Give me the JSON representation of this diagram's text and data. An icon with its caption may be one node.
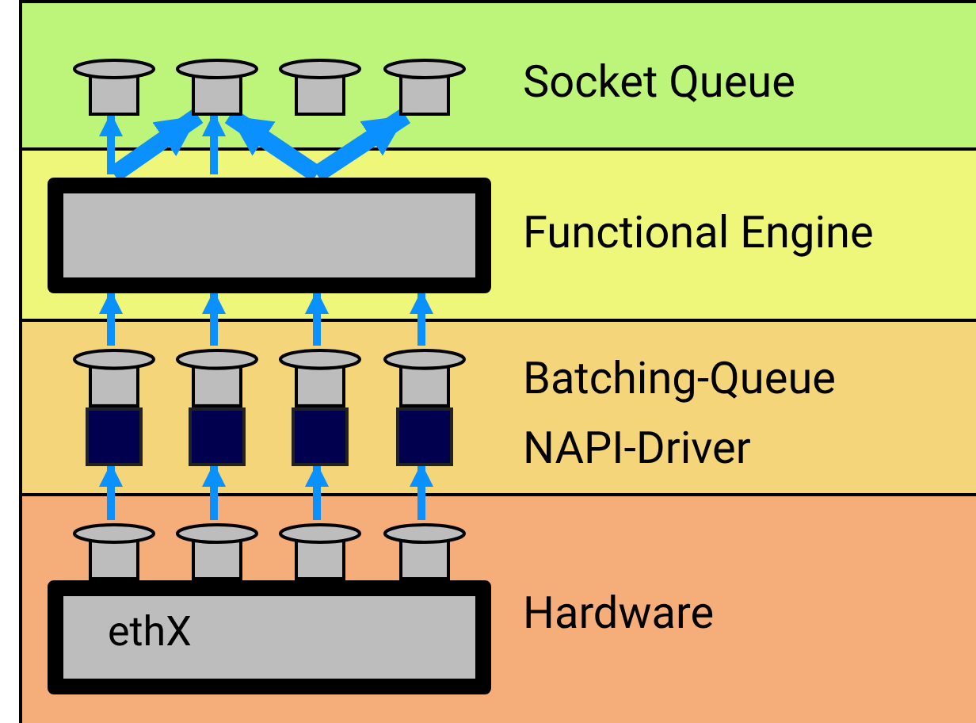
{
  "diagram": {
    "nodes": [
      {
        "text": [
          "Socket Queue"
        ]
      },
      {
        "text": [
          "Functional Engine"
        ]
      },
      {
        "text": [
          "Batching-Queue",
          "NAPI-Driver"
        ]
      },
      {
        "text": [
          "Hardware"
        ]
      },
      {
        "text": [],
        "shape": "queue",
        "in": 0
      },
      {
        "text": [],
        "shape": "queue",
        "in": 0
      },
      {
        "text": [],
        "shape": "queue",
        "in": 0
      },
      {
        "text": [],
        "shape": "queue",
        "in": 0
      },
      {
        "text": [],
        "shape": "box",
        "in": 1
      },
      {
        "text": [],
        "shape": "queue",
        "in": 2
      },
      {
        "text": [],
        "shape": "queue",
        "in": 2
      },
      {
        "text": [],
        "shape": "queue",
        "in": 2
      },
      {
        "text": [],
        "shape": "queue",
        "in": 2
      },
      {
        "text": [],
        "shape": "box",
        "in": 2
      },
      {
        "text": [],
        "shape": "box",
        "in": 2
      },
      {
        "text": [],
        "shape": "box",
        "in": 2
      },
      {
        "text": [],
        "shape": "box",
        "in": 2
      },
      {
        "text": [],
        "shape": "queue",
        "in": 3
      },
      {
        "text": [],
        "shape": "queue",
        "in": 3
      },
      {
        "text": [],
        "shape": "queue",
        "in": 3
      },
      {
        "text": [],
        "shape": "queue",
        "in": 3
      },
      {
        "text": [
          "ethX"
        ],
        "in": 3
      }
    ],
    "edges": [
      {
        "from": 17,
        "to": 13,
        "arrow": "to"
      },
      {
        "from": 18,
        "to": 14,
        "arrow": "to"
      },
      {
        "from": 19,
        "to": 15,
        "arrow": "to"
      },
      {
        "from": 20,
        "to": 16,
        "arrow": "to"
      },
      {
        "from": 9,
        "to": 8,
        "arrow": "to"
      },
      {
        "from": 10,
        "to": 8,
        "arrow": "to"
      },
      {
        "from": 11,
        "to": 8,
        "arrow": "to"
      },
      {
        "from": 12,
        "to": 8,
        "arrow": "to"
      },
      {
        "from": 8,
        "to": 4,
        "arrow": "to"
      },
      {
        "from": 8,
        "to": 5,
        "arrow": "to",
        "style": "thick"
      },
      {
        "from": 8,
        "to": 5,
        "arrow": "to"
      },
      {
        "from": 8,
        "to": 5,
        "arrow": "to",
        "style": "thick"
      },
      {
        "from": 8,
        "to": 7,
        "arrow": "to",
        "style": "thick"
      }
    ]
  }
}
